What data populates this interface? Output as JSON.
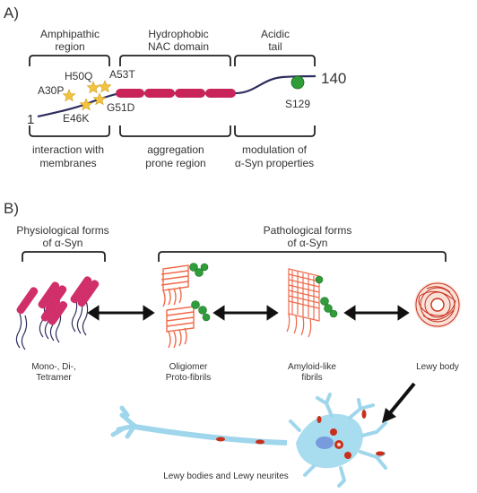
{
  "panel_a": {
    "label": "A)",
    "regions": [
      {
        "title_line1": "Amphipathic",
        "title_line2": "region",
        "caption_line1": "interaction with",
        "caption_line2": "membranes"
      },
      {
        "title_line1": "Hydrophobic",
        "title_line2": "NAC domain",
        "caption_line1": "aggregation",
        "caption_line2": "prone region"
      },
      {
        "title_line1": "Acidic",
        "title_line2": "tail",
        "caption_line1": "modulation of",
        "caption_line2": "α-Syn  properties"
      }
    ],
    "residue_start": "1",
    "residue_end": "140",
    "mutations": [
      "A30P",
      "E46K",
      "H50Q",
      "G51D",
      "A53T"
    ],
    "phospho_site": "S129",
    "colors": {
      "chain": "#2e2e5e",
      "helix": "#c8245a",
      "star": "#f2c43d",
      "phospho": "#2e9d3a"
    }
  },
  "panel_b": {
    "label": "B)",
    "physiological_line1": "Physiological forms",
    "physiological_line2": "of α-Syn",
    "pathological_line1": "Pathological forms",
    "pathological_line2": "of α-Syn",
    "stages": [
      {
        "line1": "Mono-, Di-,",
        "line2": "Tetramer"
      },
      {
        "line1": "Oligiomer",
        "line2": "Proto-fibrils"
      },
      {
        "line1": "Amyloid-like",
        "line2": "fibrils"
      },
      {
        "line1": "Lewy body",
        "line2": ""
      }
    ],
    "neuron_caption": "Lewy bodies and Lewy neurites",
    "colors": {
      "fibril": "#f06a4a",
      "neuron": "#a8dcef",
      "lewy": "#c8301c"
    }
  }
}
